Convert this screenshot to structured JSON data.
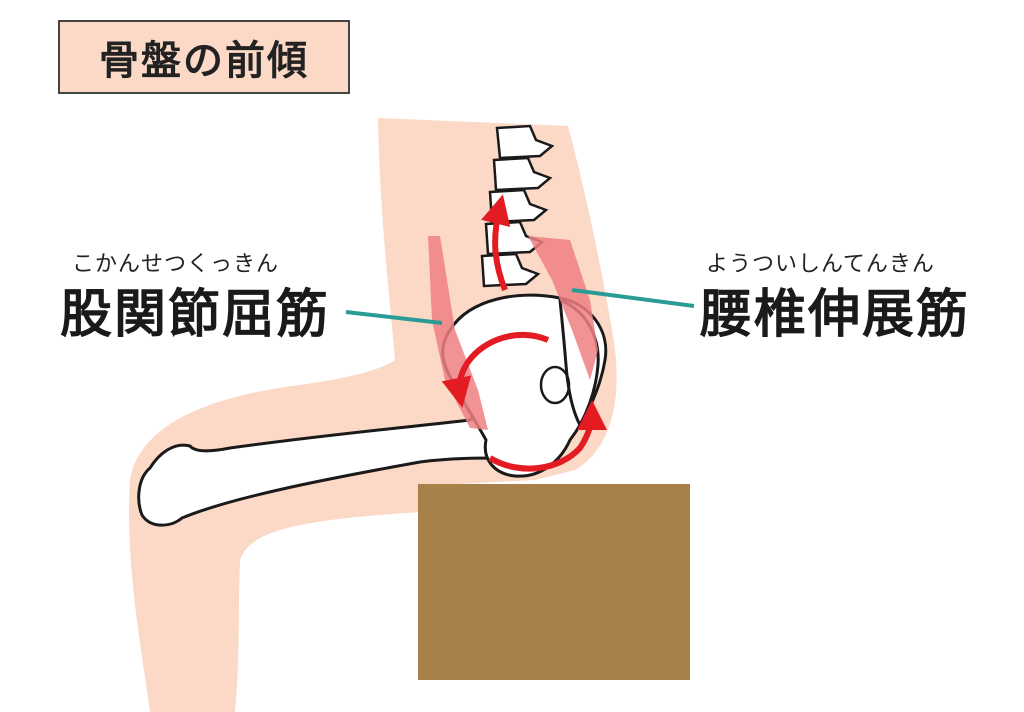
{
  "title": "骨盤の前傾",
  "labels": {
    "left": {
      "ruby": "こかんせつくっきん",
      "text": "股関節屈筋"
    },
    "right": {
      "ruby": "ようついしんてんきん",
      "text": "腰椎伸展筋"
    }
  },
  "colors": {
    "skin": "#fbd9c6",
    "bone_fill": "#ffffff",
    "bone_stroke": "#1a1a1a",
    "arrow": "#e31b23",
    "muscle": "#ee7f82",
    "leader": "#2a9c95",
    "stool": "#a88049",
    "title_bg": "#fbd9c6"
  }
}
